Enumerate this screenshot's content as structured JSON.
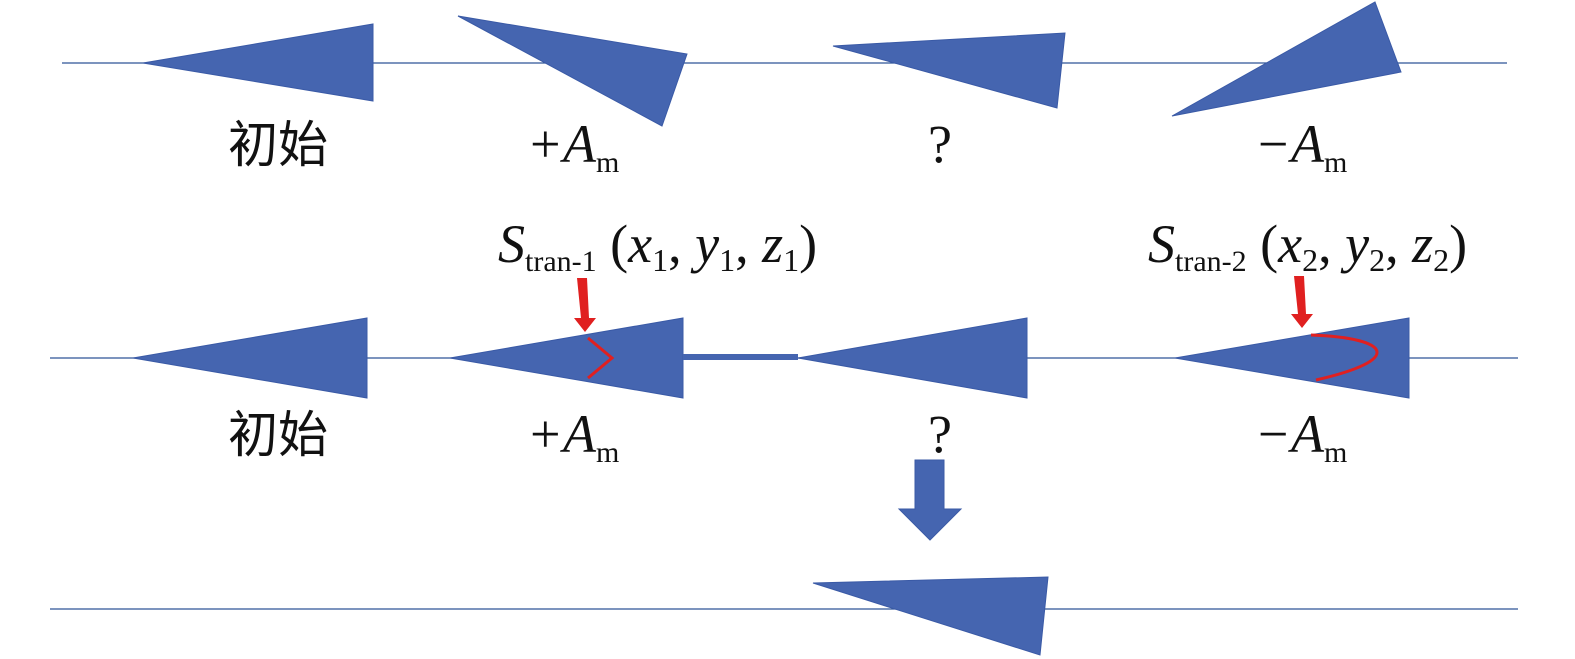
{
  "row1": {
    "labels": [
      "初始",
      "+A",
      "?",
      "−A"
    ],
    "subscripts": [
      "",
      "m",
      "",
      "m"
    ]
  },
  "row2": {
    "labels": [
      "初始",
      "+A",
      "?",
      "−A"
    ],
    "subscripts": [
      "",
      "m",
      "",
      "m"
    ],
    "point1": {
      "symbol": "S",
      "subscript": "tran-1",
      "coords": [
        {
          "var": "x",
          "sub": "1"
        },
        {
          "var": "y",
          "sub": "1"
        },
        {
          "var": "z",
          "sub": "1"
        }
      ]
    },
    "point2": {
      "symbol": "S",
      "subscript": "tran-2",
      "coords": [
        {
          "var": "x",
          "sub": "2"
        },
        {
          "var": "y",
          "sub": "2"
        },
        {
          "var": "z",
          "sub": "2"
        }
      ]
    }
  },
  "colors": {
    "wedge": "#4565b0",
    "axis": "#2e5597",
    "highlight": "#e02020"
  }
}
